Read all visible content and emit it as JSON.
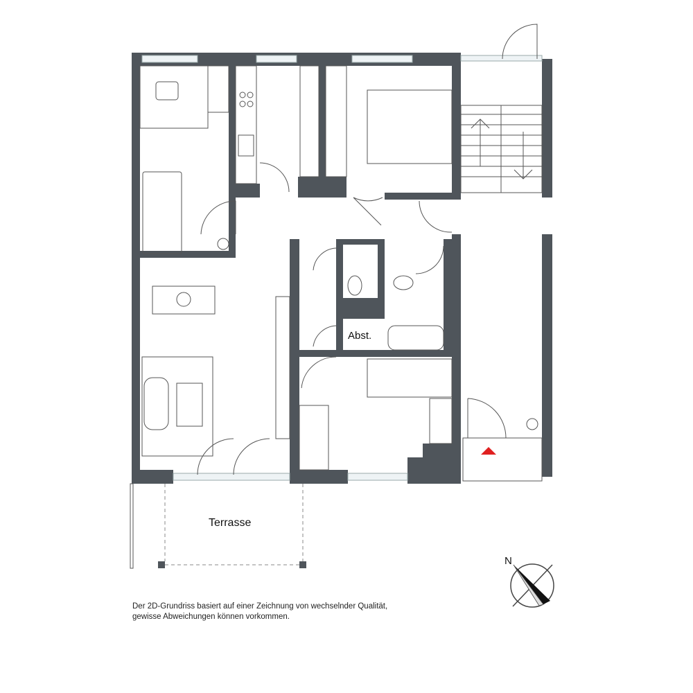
{
  "rooms": {
    "terrace_label": "Terrasse",
    "storage_label": "Abst."
  },
  "compass": {
    "north_label": "N"
  },
  "disclaimer": {
    "line1": "Der 2D-Grundriss basiert auf einer Zeichnung von wechselnder Qualität,",
    "line2": "gewisse Abweichungen können vorkommen."
  },
  "colors": {
    "wall": "#4f555b",
    "entrance_arrow": "#e02020"
  }
}
